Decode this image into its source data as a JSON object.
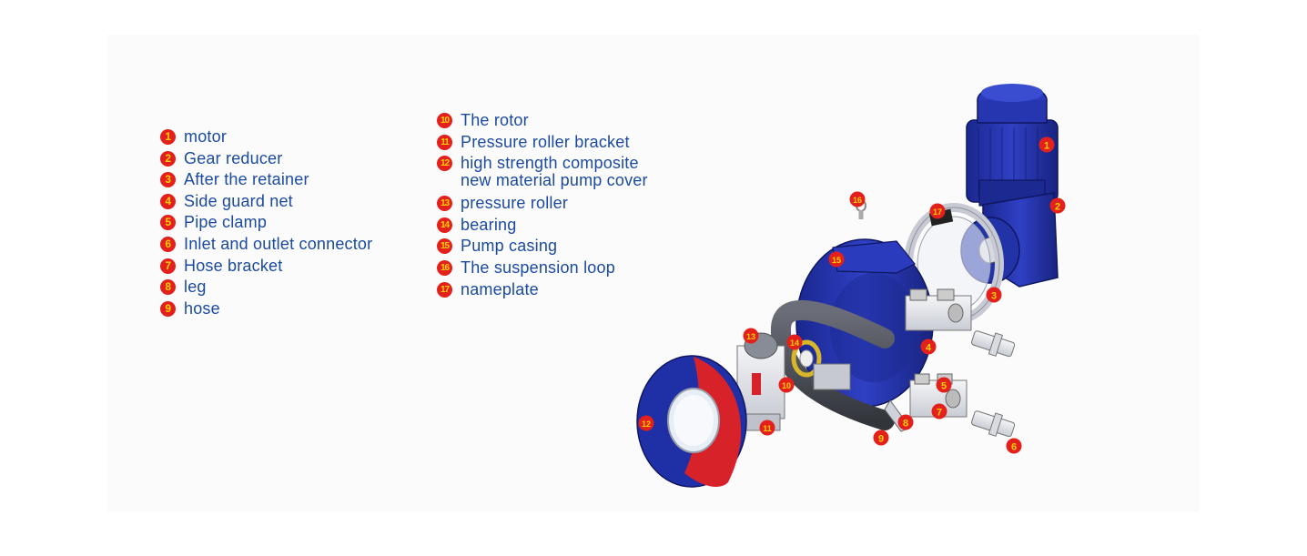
{
  "legend_left": [
    {
      "num": "1",
      "label": "motor"
    },
    {
      "num": "2",
      "label": "Gear reducer"
    },
    {
      "num": "3",
      "label": "After the retainer"
    },
    {
      "num": "4",
      "label": "Side guard net"
    },
    {
      "num": "5",
      "label": "Pipe clamp"
    },
    {
      "num": "6",
      "label": "Inlet and outlet connector"
    },
    {
      "num": "7",
      "label": "Hose bracket"
    },
    {
      "num": "8",
      "label": "leg"
    },
    {
      "num": "9",
      "label": "hose"
    }
  ],
  "legend_right": [
    {
      "num": "10",
      "label": "The rotor"
    },
    {
      "num": "11",
      "label": "Pressure roller bracket"
    },
    {
      "num": "12",
      "label": "high strength composite\nnew material pump cover"
    },
    {
      "num": "13",
      "label": "pressure roller"
    },
    {
      "num": "14",
      "label": "bearing"
    },
    {
      "num": "15",
      "label": "Pump casing"
    },
    {
      "num": "16",
      "label": "The suspension loop"
    },
    {
      "num": "17",
      "label": "nameplate"
    }
  ],
  "colors": {
    "legend_text": "#1b4aa0",
    "badge_fill": "#e3201c",
    "badge_text": "#ffd200",
    "pump_blue": "#1f2fa6",
    "cover_red": "#d8222a",
    "metal": "#e6e8ee",
    "hose": "#4a4d57"
  }
}
